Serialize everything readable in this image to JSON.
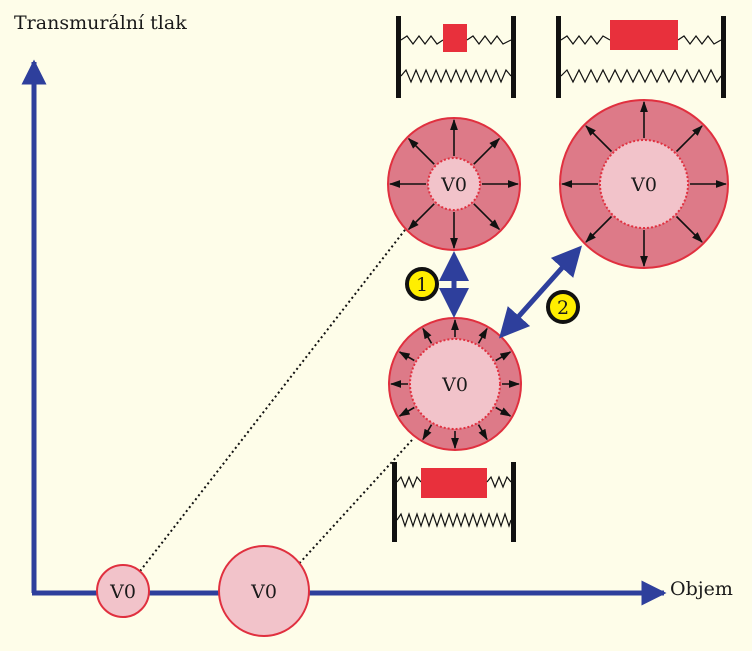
{
  "axes": {
    "y_label": "Transmurální tlak",
    "x_label": "Objem"
  },
  "circles": {
    "small_rest": "V0",
    "large_rest": "V0",
    "small_stretched": "V0",
    "large_stretched": "V0",
    "large_thick": "V0"
  },
  "markers": {
    "one": "1",
    "two": "2"
  },
  "colors": {
    "background": "#fefde9",
    "axis": "#2e3f9c",
    "wall": "#dd7a88",
    "wall_border": "#e0303f",
    "lumen": "#f2c3ca",
    "spring_block": "#e8303c",
    "marker_fill": "#ffee00"
  },
  "icons": [
    "spring-diagram-icon",
    "arrow-icon"
  ]
}
